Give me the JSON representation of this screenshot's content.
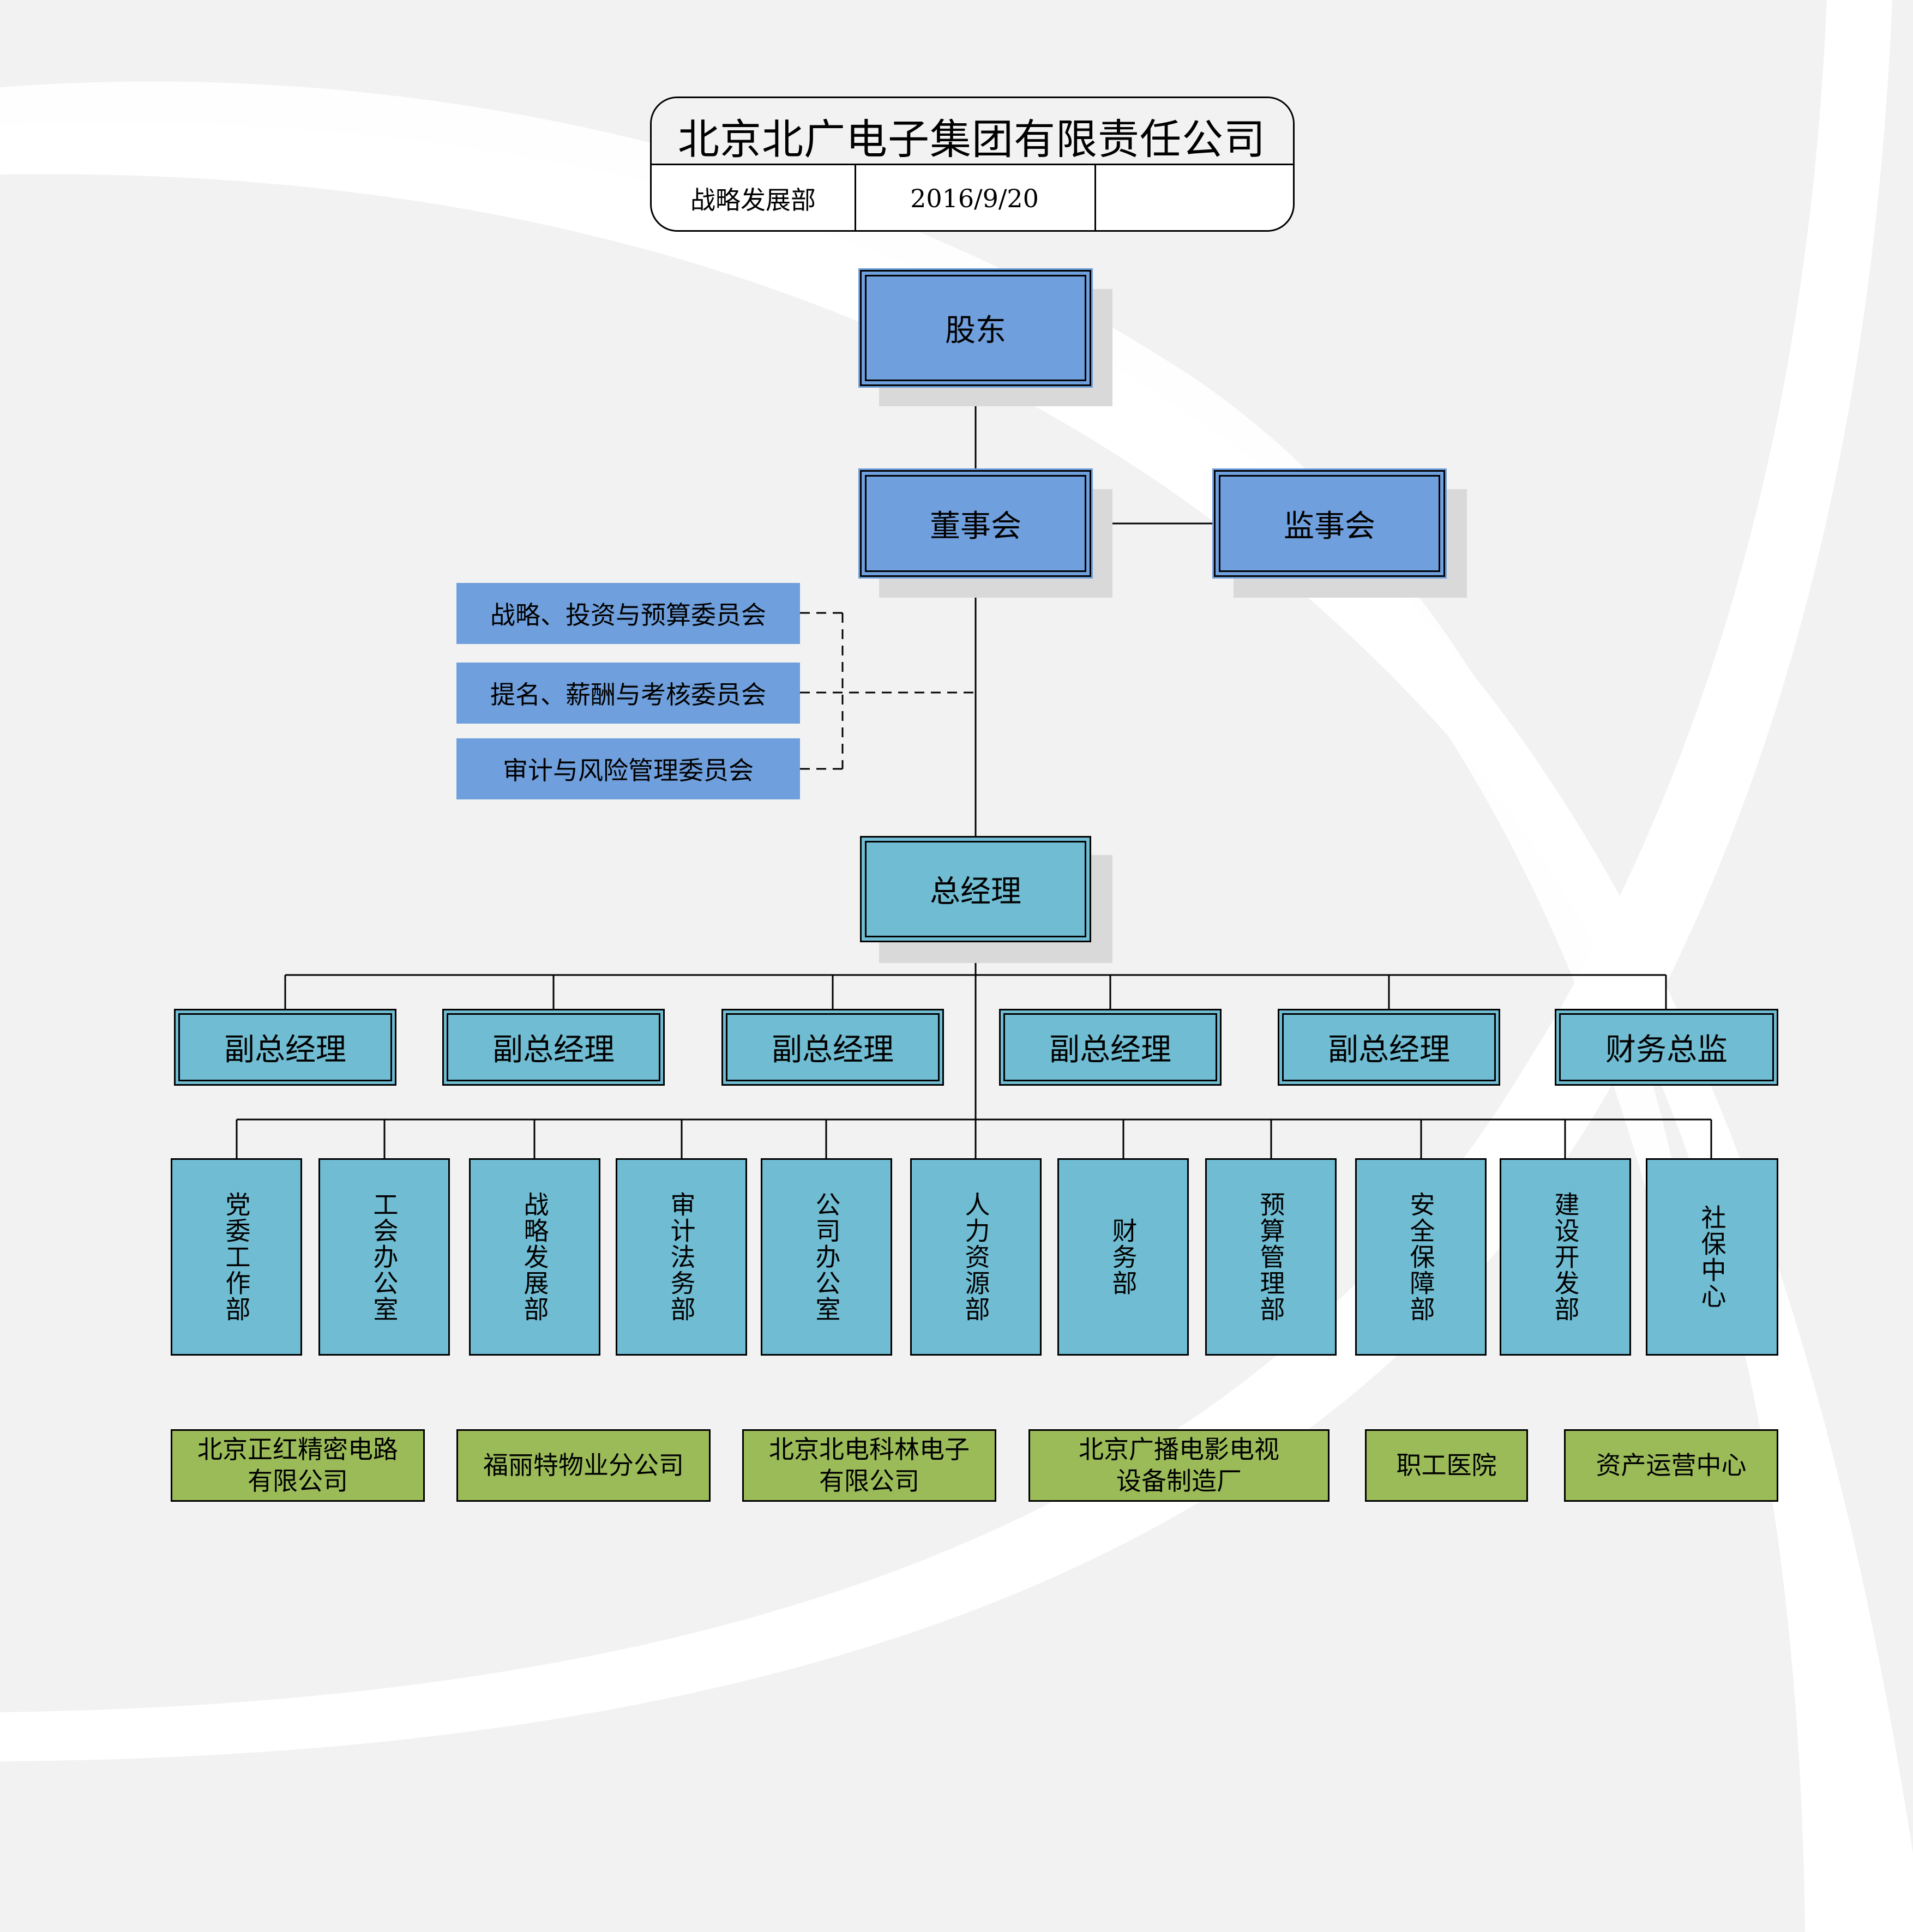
{
  "header": {
    "title": "北京北广电子集团有限责任公司",
    "department": "战略发展部",
    "date": "2016/9/20",
    "extra": ""
  },
  "top": {
    "shareholders": "股东",
    "board": "董事会",
    "supervisors": "监事会"
  },
  "committees": [
    "战略、投资与预算委员会",
    "提名、薪酬与考核委员会",
    "审计与风险管理委员会"
  ],
  "gm": "总经理",
  "vps": [
    "副总经理",
    "副总经理",
    "副总经理",
    "副总经理",
    "副总经理",
    "财务总监"
  ],
  "departments": [
    "党委工作部",
    "工会办公室",
    "战略发展部",
    "审计法务部",
    "公司办公室",
    "人力资源部",
    "财务部",
    "预算管理部",
    "安全保障部",
    "建设开发部",
    "社保中心"
  ],
  "subsidiaries": [
    {
      "line1": "北京正红精密电路",
      "line2": "有限公司"
    },
    {
      "line1": "福丽特物业分公司",
      "line2": ""
    },
    {
      "line1": "北京北电科林电子",
      "line2": "有限公司"
    },
    {
      "line1": "北京广播电影电视",
      "line2": "设备制造厂"
    },
    {
      "line1": "职工医院",
      "line2": ""
    },
    {
      "line1": "资产运营中心",
      "line2": ""
    }
  ],
  "colors": {
    "background": "#f2f2f2",
    "swoosh": "#ffffff",
    "top_box_blue": "#6f9fdc",
    "teal_box": "#70bcd2",
    "subsidiary_green": "#9bbb59",
    "shadow": "#d9d9d9"
  }
}
